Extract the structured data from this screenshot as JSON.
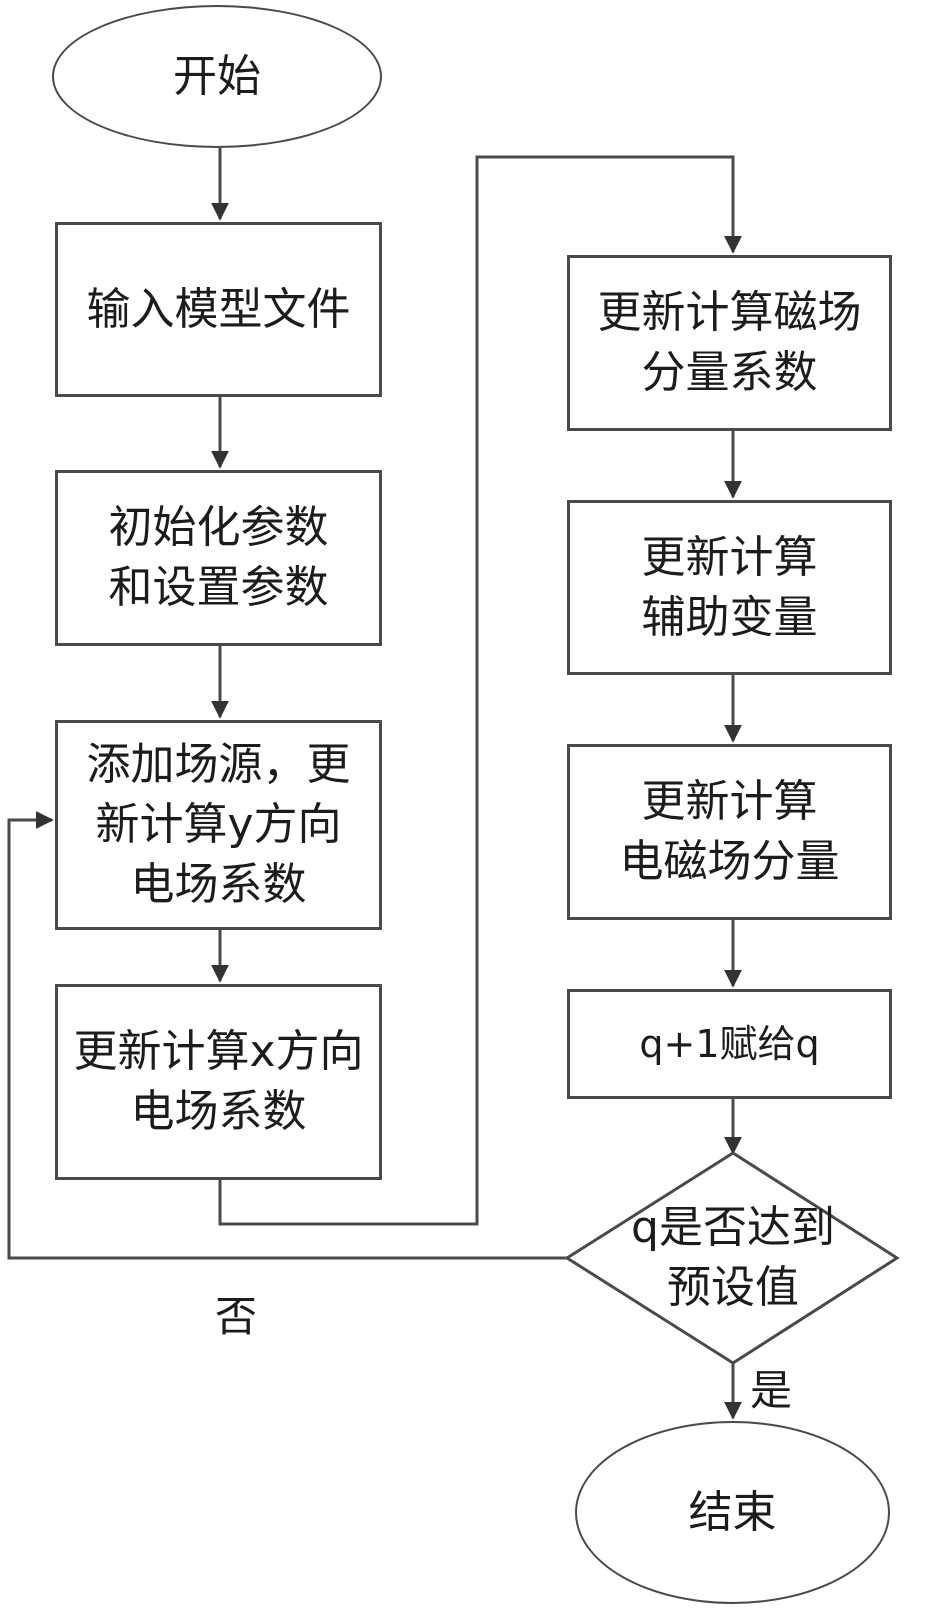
{
  "nodes": {
    "start": [
      "开始"
    ],
    "input_model": [
      "输入模型文件"
    ],
    "init_params": [
      "初始化参数",
      "和设置参数"
    ],
    "add_source": [
      "添加场源，更",
      "新计算y方向",
      "电场系数"
    ],
    "update_x": [
      "更新计算x方向",
      "电场系数"
    ],
    "update_h_coef": [
      "更新计算磁场",
      "分量系数"
    ],
    "update_aux": [
      "更新计算",
      "辅助变量"
    ],
    "update_em": [
      "更新计算",
      "电磁场分量"
    ],
    "assign_q": [
      "q+1赋给q"
    ],
    "decision": [
      "q是否达到",
      "预设值"
    ],
    "end": [
      "结束"
    ]
  },
  "edge_labels": {
    "no": "否",
    "yes": "是"
  }
}
